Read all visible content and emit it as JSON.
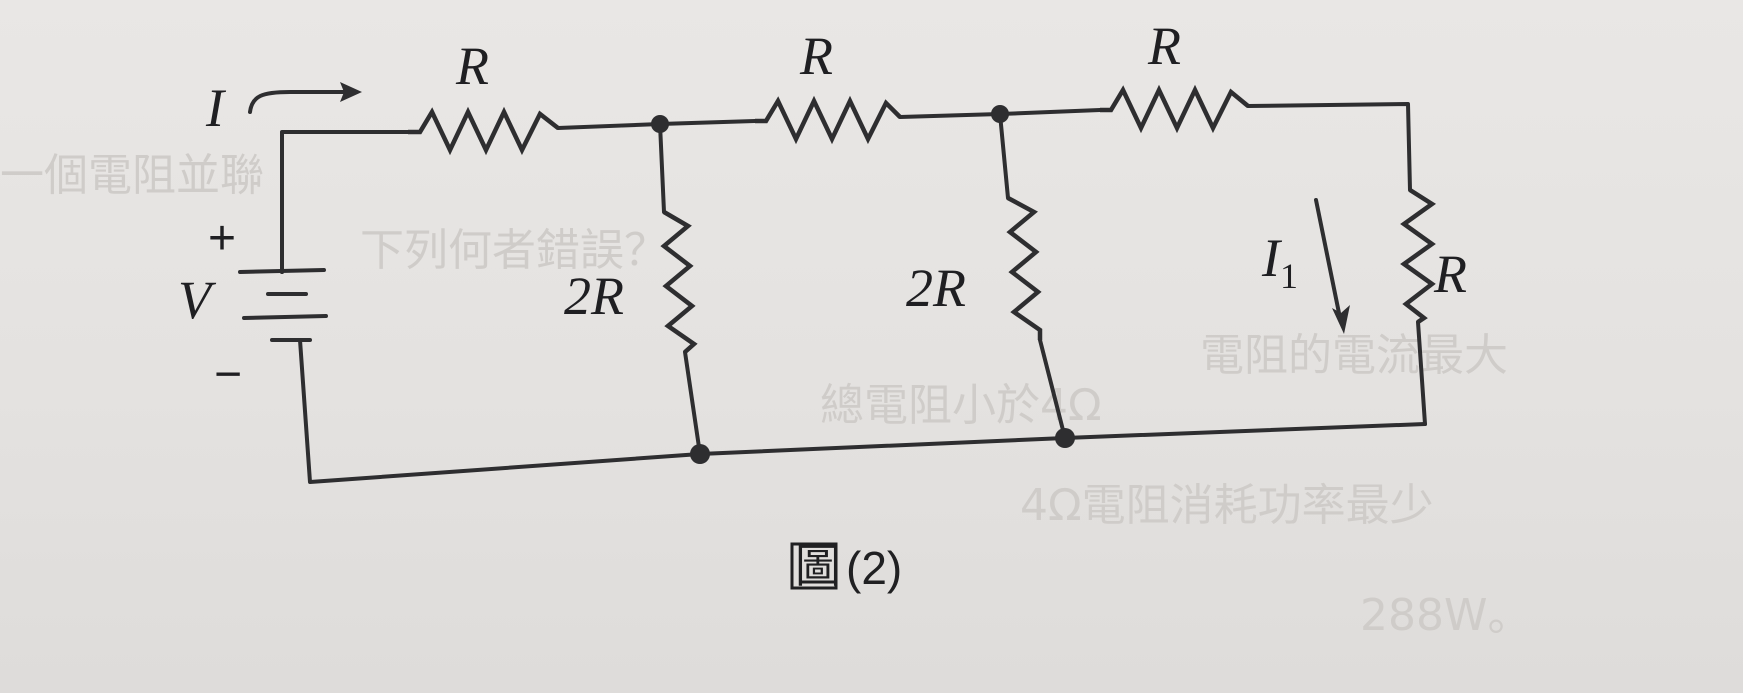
{
  "figure": {
    "caption_char": "圖",
    "caption_number": "(2)"
  },
  "source": {
    "current_symbol": "I",
    "voltage_symbol": "V",
    "plus": "+",
    "minus": "−"
  },
  "top_resistors": [
    "R",
    "R",
    "R"
  ],
  "shunt_resistors": [
    "2R",
    "2R"
  ],
  "end_resistor": "R",
  "branch_current": {
    "symbol": "I",
    "subscript": "1"
  },
  "bleed_text": [
    "一個電阻並聯",
    "下列何者錯誤？",
    "電阻的電流最大",
    "總電阻小於4Ω",
    "4Ω電阻消耗功率最少",
    "288W。"
  ]
}
